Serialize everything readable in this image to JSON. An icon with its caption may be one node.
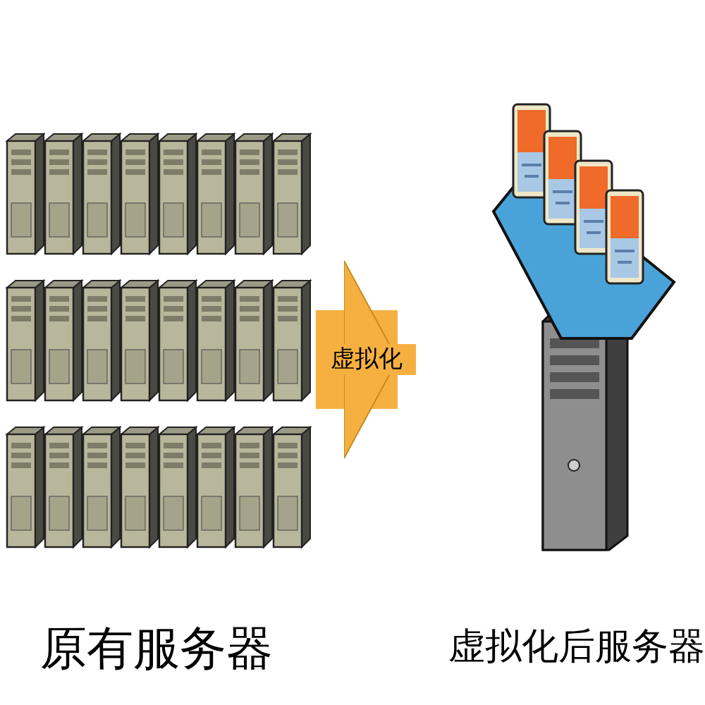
{
  "diagram": {
    "nodes": [
      {
        "text": [],
        "shape": "picture",
        "beside": [
          "原有服务器"
        ]
      },
      {
        "text": [],
        "shape": "picture",
        "beside": [
          "虚拟化后服务器"
        ]
      }
    ],
    "edges": [
      {
        "from": 0,
        "to": 1,
        "arrow": "to",
        "label": "虚拟化"
      }
    ]
  }
}
